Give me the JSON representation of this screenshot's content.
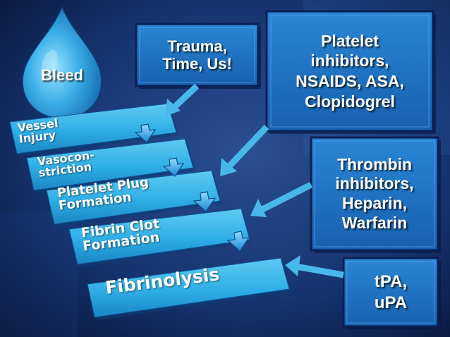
{
  "drop": {
    "label": "Bleed"
  },
  "steps": [
    {
      "lines": [
        "Vessel",
        "Injury"
      ]
    },
    {
      "lines": [
        "Vasocon-",
        "striction"
      ]
    },
    {
      "lines": [
        "Platelet Plug",
        "Formation"
      ]
    },
    {
      "lines": [
        "Fibrin Clot",
        "Formation"
      ]
    },
    {
      "lines": [
        "Fibrinolysis"
      ]
    }
  ],
  "boxes": {
    "trauma": {
      "lines": [
        "Trauma,",
        "Time, Us!"
      ]
    },
    "platelet_inhibitors": {
      "lines": [
        "Platelet",
        "inhibitors,",
        "NSAIDS, ASA,",
        "Clopidogrel"
      ]
    },
    "thrombin_inhibitors": {
      "lines": [
        "Thrombin",
        "inhibitors,",
        "Heparin,",
        "Warfarin"
      ]
    },
    "fibrinolytics": {
      "lines": [
        "tPA,",
        "uPA"
      ]
    }
  },
  "colors": {
    "background": "#0d1f4a",
    "box_fill": "#1e6fc0",
    "box_border": "#0a1f55",
    "step_fill": "#32b4e8",
    "arrow": "#48b8ea",
    "drop": "#39a9e0"
  }
}
